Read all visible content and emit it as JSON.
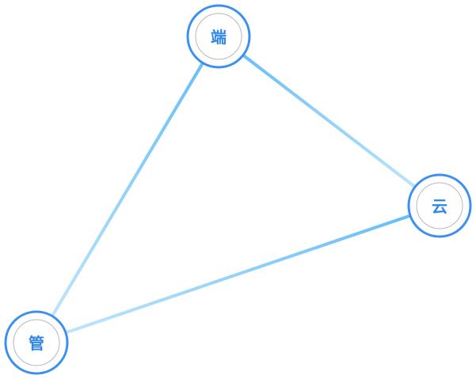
{
  "colors": {
    "ring": "#3a8ff0",
    "inner": "#b8b8b8",
    "label": "#2f86ea",
    "line_strong": "#5fbaf7",
    "line_pale": "#c6e9fd"
  },
  "nodes": [
    {
      "id": "duan",
      "label": "端"
    },
    {
      "id": "yun",
      "label": "云"
    },
    {
      "id": "guan",
      "label": "管"
    }
  ],
  "edges": [
    {
      "from": "duan",
      "to": "guan"
    },
    {
      "from": "duan",
      "to": "yun"
    },
    {
      "from": "yun",
      "to": "guan"
    }
  ]
}
